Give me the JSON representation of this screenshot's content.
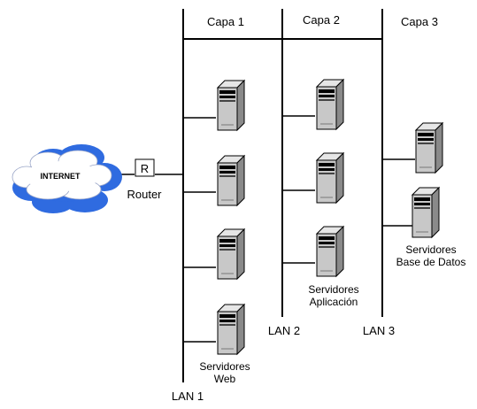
{
  "layers": {
    "capa1": "Capa 1",
    "capa2": "Capa 2",
    "capa3": "Capa 3"
  },
  "lans": {
    "lan1": "LAN 1",
    "lan2": "LAN 2",
    "lan3": "LAN 3"
  },
  "internet": {
    "label": "INTERNET",
    "icon": "cloud-icon"
  },
  "router": {
    "symbol": "R",
    "label": "Router"
  },
  "groups": {
    "web": {
      "line1": "Servidores",
      "line2": "Web"
    },
    "app": {
      "line1": "Servidores",
      "line2": "Aplicación"
    },
    "db": {
      "line1": "Servidores",
      "line2": "Base de Datos"
    }
  },
  "colors": {
    "cloud_fill": "#2f6be0",
    "cloud_inner": "#ffffff",
    "server_body": "#c8c8c8",
    "server_side": "#8a8a8a",
    "server_top": "#e6e6e6",
    "server_bay": "#000000",
    "line": "#000000"
  },
  "server_icon": "server-tower-icon"
}
